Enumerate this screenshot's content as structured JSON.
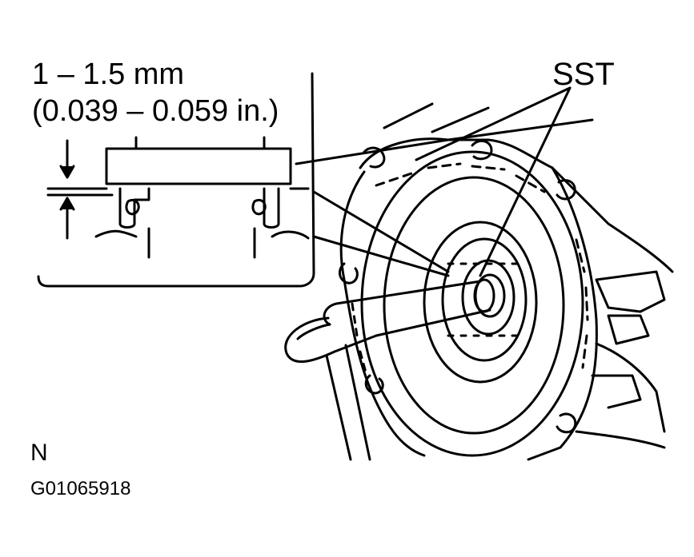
{
  "labels": {
    "dimension_mm": "1 – 1.5 mm",
    "dimension_in": "(0.039 – 0.059 in.)",
    "tool": "SST",
    "note_letter": "N",
    "figure_code": "G01065918"
  }
}
